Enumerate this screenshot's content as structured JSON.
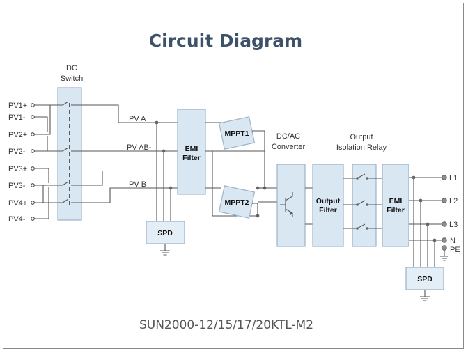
{
  "title": "Circuit Diagram",
  "model": "SUN2000-12/15/17/20KTL-M2",
  "dc_switch_label": [
    "DC",
    "Switch"
  ],
  "inputs": [
    "PV1+",
    "PV1-",
    "PV2+",
    "PV2-",
    "PV3+",
    "PV3-",
    "PV4+",
    "PV4-"
  ],
  "buses": [
    "PV A",
    "PV AB-",
    "PV B"
  ],
  "blocks": {
    "emi_in": [
      "EMI",
      "Filter"
    ],
    "mppt1": "MPPT1",
    "mppt2": "MPPT2",
    "spd_dc": "SPD",
    "dcac_label": [
      "DC/AC",
      "Converter"
    ],
    "relay_label": [
      "Output",
      "Isolation Relay"
    ],
    "output_filter": [
      "Output",
      "Filter"
    ],
    "emi_out": [
      "EMI",
      "Filter"
    ],
    "spd_ac": "SPD"
  },
  "outputs": [
    "L1",
    "L2",
    "L3",
    "N",
    "PE"
  ],
  "colors": {
    "title": "#3d5268",
    "block_fill": "#d9e7f3",
    "block_border": "#9cb2c8",
    "wire": "#555555"
  }
}
